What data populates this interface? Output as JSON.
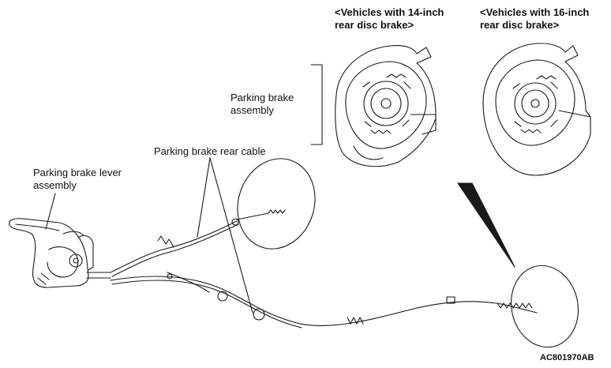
{
  "labels": {
    "variant_14_line1": "<Vehicles with 14-inch",
    "variant_14_line2": "rear disc brake>",
    "variant_16_line1": "<Vehicles with 16-inch",
    "variant_16_line2": "rear disc brake>",
    "parking_brake_assembly_line1": "Parking brake",
    "parking_brake_assembly_line2": "assembly",
    "parking_brake_rear_cable": "Parking brake rear cable",
    "parking_brake_lever_line1": "Parking brake lever",
    "parking_brake_lever_line2": "assembly",
    "figure_code": "AC801970AB"
  },
  "colors": {
    "line": "#1a1a1a",
    "background": "#ffffff"
  }
}
